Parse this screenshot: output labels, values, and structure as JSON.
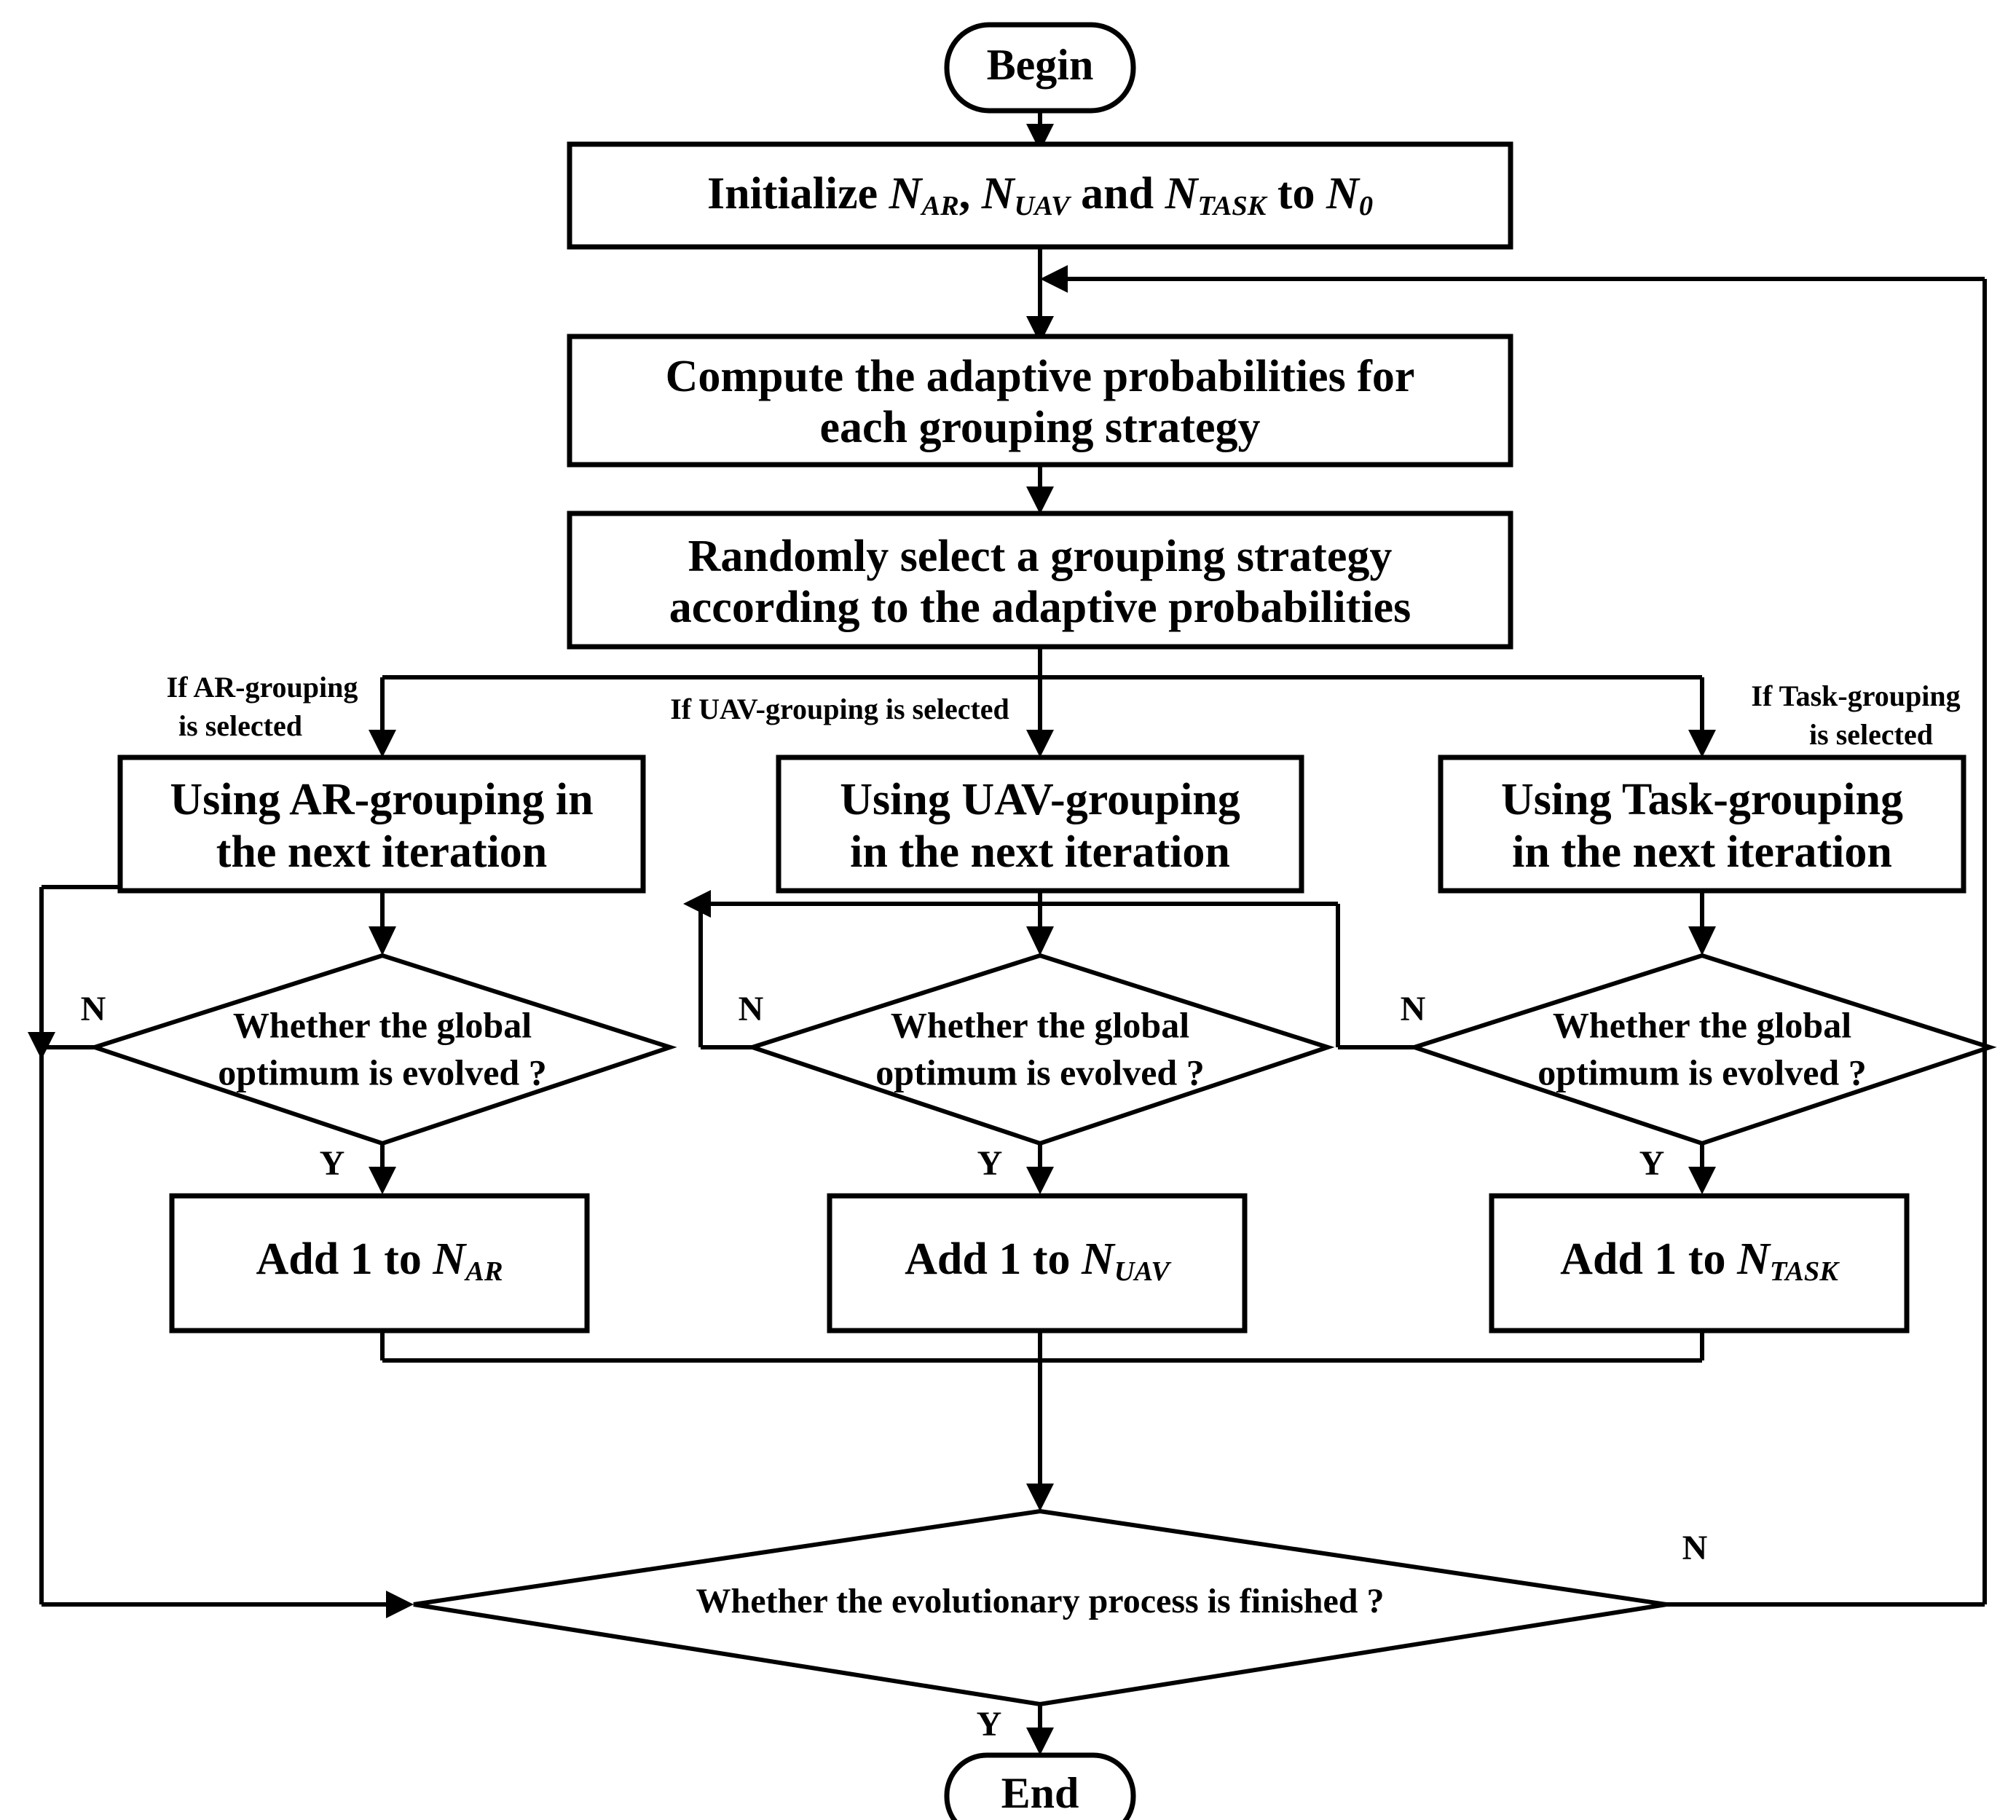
{
  "diagram": {
    "title": "Adaptive grouping strategy selection flowchart",
    "background_color": "#ffffff",
    "line_color": "#000000"
  },
  "nodes": {
    "begin": {
      "label": "Begin",
      "shape": "terminator"
    },
    "initialize": {
      "shape": "process",
      "text_parts": [
        {
          "t": "Initialize ",
          "style": "normal"
        },
        {
          "t": "N",
          "style": "italic"
        },
        {
          "t": "AR",
          "style": "subscript-italic"
        },
        {
          "t": ", ",
          "style": "normal"
        },
        {
          "t": "N",
          "style": "italic"
        },
        {
          "t": "UAV",
          "style": "subscript-italic"
        },
        {
          "t": " and ",
          "style": "normal"
        },
        {
          "t": "N",
          "style": "italic"
        },
        {
          "t": "TASK",
          "style": "subscript-italic"
        },
        {
          "t": " to ",
          "style": "normal"
        },
        {
          "t": "N",
          "style": "italic"
        },
        {
          "t": "0",
          "style": "subscript-italic"
        }
      ],
      "plain": "Initialize NAR, NUAV and NTASK to N0"
    },
    "compute": {
      "shape": "process",
      "line1": "Compute the adaptive probabilities for",
      "line2": "each grouping strategy"
    },
    "select": {
      "shape": "process",
      "line1": "Randomly select a grouping strategy",
      "line2": "according to the adaptive probabilities"
    },
    "ar_group": {
      "shape": "process",
      "line1": "Using AR-grouping in",
      "line2": "the next iteration"
    },
    "uav_group": {
      "shape": "process",
      "line1": "Using UAV-grouping",
      "line2": "in the next iteration"
    },
    "task_group": {
      "shape": "process",
      "line1": "Using Task-grouping",
      "line2": "in the next iteration"
    },
    "decision_ar": {
      "shape": "decision",
      "line1": "Whether the global",
      "line2": "optimum is evolved ?"
    },
    "decision_uav": {
      "shape": "decision",
      "line1": "Whether the global",
      "line2": "optimum is evolved ?"
    },
    "decision_task": {
      "shape": "decision",
      "line1": "Whether the global",
      "line2": "optimum is evolved ?"
    },
    "add_ar": {
      "shape": "process",
      "prefix": "Add 1 to  ",
      "var_base": "N",
      "var_sub": "AR",
      "plain": "Add 1 to NAR"
    },
    "add_uav": {
      "shape": "process",
      "prefix": "Add 1 to  ",
      "var_base": "N",
      "var_sub": "UAV",
      "plain": "Add 1 to NUAV"
    },
    "add_task": {
      "shape": "process",
      "prefix": "Add 1 to  ",
      "var_base": "N",
      "var_sub": "TASK",
      "plain": "Add 1 to NTASK"
    },
    "decision_finish": {
      "shape": "decision",
      "label": "Whether the evolutionary process is finished ?"
    },
    "end": {
      "label": "End",
      "shape": "terminator"
    }
  },
  "edge_labels": {
    "ar_branch_line1": "If AR-grouping",
    "ar_branch_line2": "is selected",
    "uav_branch": "If UAV-grouping is selected",
    "task_branch_line1": "If Task-grouping",
    "task_branch_line2": "is selected",
    "no_ar": "N",
    "yes_ar": "Y",
    "no_uav": "N",
    "yes_uav": "Y",
    "no_task": "N",
    "yes_task": "Y",
    "no_finish": "N",
    "yes_finish": "Y"
  }
}
